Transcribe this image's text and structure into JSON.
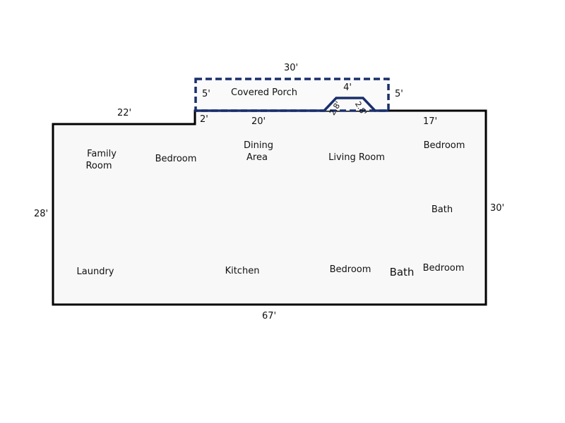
{
  "dimensions": {
    "porch_top": "30'",
    "porch_left": "5'",
    "porch_right": "5'",
    "bay_top": "4'",
    "bay_left": "2.8'",
    "bay_right": "2.8'",
    "step": "2'",
    "porch_bottom": "20'",
    "left_top": "22'",
    "right_top": "17'",
    "left_side": "28'",
    "right_side": "30'",
    "bottom": "67'"
  },
  "rooms": {
    "covered_porch": "Covered Porch",
    "family_room_1": "Family",
    "family_room_2": "Room",
    "bedroom_1": "Bedroom",
    "dining_1": "Dining",
    "dining_2": "Area",
    "living_room": "Living Room",
    "bedroom_2": "Bedroom",
    "bath_1": "Bath",
    "laundry": "Laundry",
    "kitchen": "Kitchen",
    "bedroom_3": "Bedroom",
    "bath_2": "Bath",
    "bedroom_4": "Bedroom"
  },
  "colors": {
    "wall": "#000000",
    "porch": "#1a2f6b",
    "floor": "#f8f8f8"
  }
}
